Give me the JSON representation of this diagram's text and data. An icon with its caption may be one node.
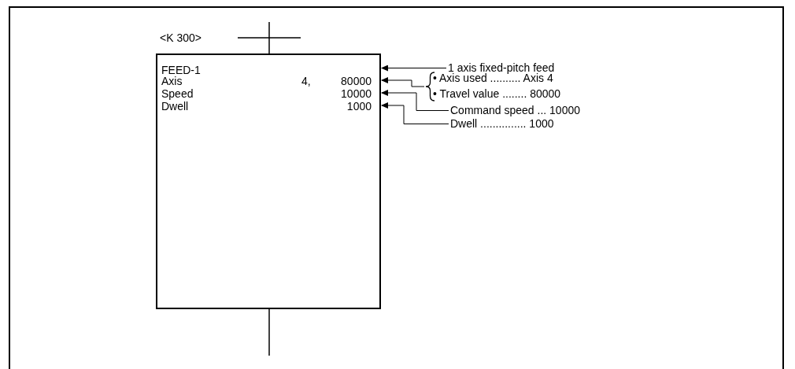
{
  "diagram": {
    "nodes": [
      {
        "text": [
          "FEED-1",
          "Axis",
          "4,",
          "80000",
          "Speed",
          "10000",
          "Dwell",
          "1000"
        ],
        "beside": [
          "<K 300>"
        ]
      },
      {
        "text": [
          "1 axis fixed-pitch feed"
        ]
      },
      {
        "text": [],
        "shape": "brace"
      },
      {
        "text": [
          "• Axis used .......... Axis 4"
        ]
      },
      {
        "text": [
          "• Travel value ........ 80000"
        ]
      },
      {
        "text": [
          "Command speed ... 10000"
        ]
      },
      {
        "text": [
          "Dwell ............... 1000"
        ]
      }
    ],
    "edges": [
      {
        "from": 1,
        "to": 0,
        "arrow": "to"
      },
      {
        "from": 2,
        "to": 0,
        "arrow": "to"
      },
      {
        "from": 5,
        "to": 0,
        "arrow": "to"
      },
      {
        "from": 6,
        "to": 0,
        "arrow": "to"
      },
      {
        "from": null,
        "to": 0,
        "arrow": "none"
      },
      {
        "from": 0,
        "to": null,
        "arrow": "none"
      }
    ]
  }
}
